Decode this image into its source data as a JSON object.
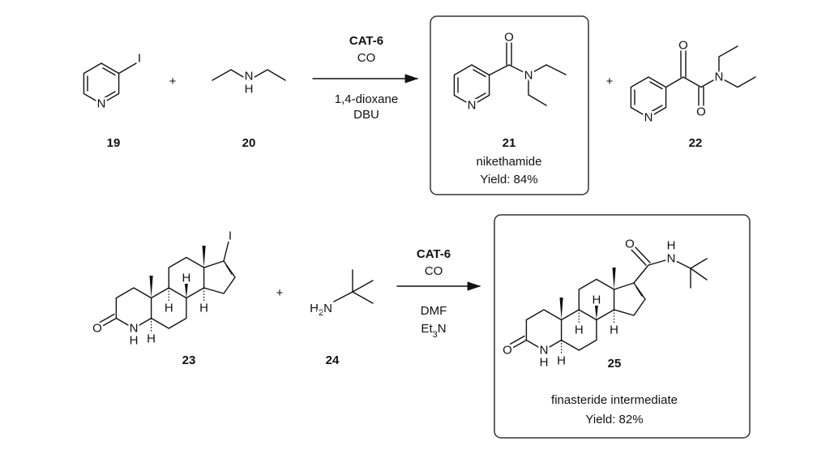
{
  "reaction1": {
    "reactant1": {
      "id": "19",
      "atoms": {
        "N": "N",
        "I": "I"
      }
    },
    "plus1": "+",
    "reactant2": {
      "id": "20",
      "atoms": {
        "N": "N",
        "H": "H"
      }
    },
    "conditions": {
      "catalyst": "CAT-6",
      "gas": "CO",
      "solvent": "1,4-dioxane",
      "base": "DBU"
    },
    "product": {
      "id": "21",
      "name": "nikethamide",
      "yield": "Yield: 84%",
      "atoms": {
        "N_ring": "N",
        "O": "O",
        "N_amide": "N"
      }
    },
    "plus2": "+",
    "byproduct": {
      "id": "22",
      "atoms": {
        "N_ring": "N",
        "O1": "O",
        "O2": "O",
        "N_amide": "N"
      }
    }
  },
  "reaction2": {
    "reactant1": {
      "id": "23",
      "atoms": {
        "O": "O",
        "N": "N",
        "NH": "H",
        "H5": "H",
        "H8": "H",
        "H9": "H",
        "H14": "H",
        "I": "I"
      }
    },
    "plus": "+",
    "reactant2": {
      "id": "24",
      "atoms": {
        "H2N": "H2N"
      }
    },
    "conditions": {
      "catalyst": "CAT-6",
      "gas": "CO",
      "solvent": "DMF",
      "base": "Et3N"
    },
    "product": {
      "id": "25",
      "name": "finasteride intermediate",
      "yield": "Yield: 82%",
      "atoms": {
        "O": "O",
        "N": "N",
        "NH": "H",
        "H5": "H",
        "H8": "H",
        "H9": "H",
        "H14": "H",
        "O_amide": "O",
        "N_amide": "N",
        "H_amide": "H"
      }
    }
  }
}
